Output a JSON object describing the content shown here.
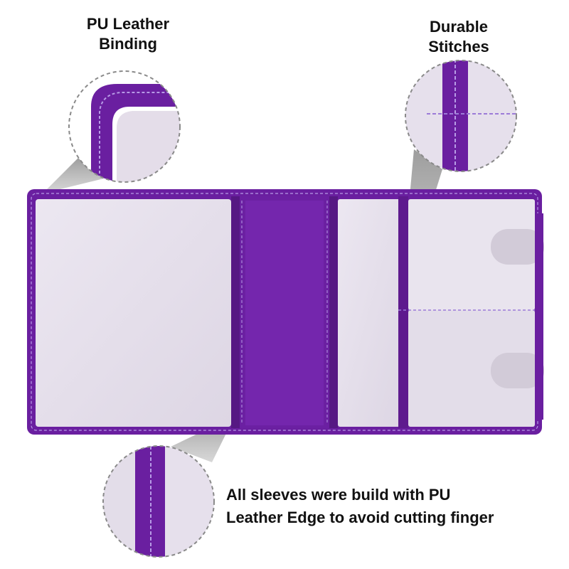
{
  "callouts": {
    "binding": {
      "line1": "PU Leather",
      "line2": "Binding"
    },
    "stitches": {
      "line1": "Durable",
      "line2": "Stitches"
    },
    "edge": {
      "line1": "All sleeves were build with PU",
      "line2": "Leather Edge to avoid cutting finger"
    }
  },
  "colors": {
    "leather": "#6a1fa0",
    "leather_dark": "#4e1478",
    "stitch": "#b79be6",
    "sleeve": "#e6e0ec",
    "sleeve_light": "#efeaf3",
    "shadow": "#9a9a9a"
  }
}
